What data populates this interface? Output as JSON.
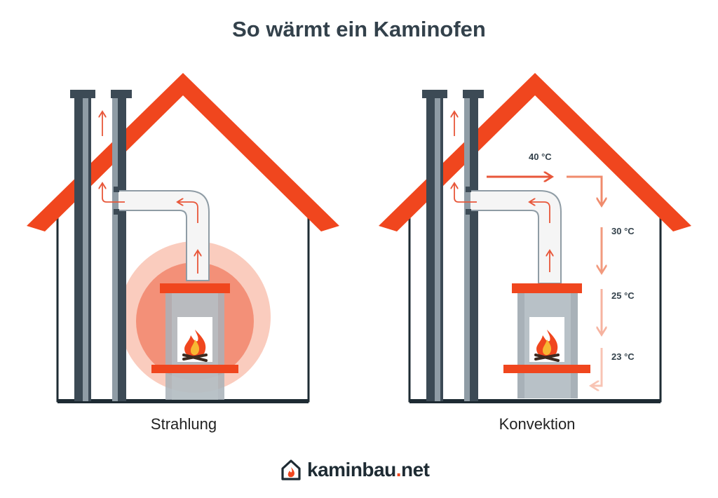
{
  "title": "So wärmt ein Kaminofen",
  "panels": {
    "left": {
      "caption": "Strahlung"
    },
    "right": {
      "caption": "Konvektion",
      "temperatures": [
        "40 °C",
        "30 °C",
        "25 °C",
        "23 °C"
      ]
    }
  },
  "logo": {
    "name": "kaminbau",
    "dot": ".",
    "tld": "net"
  },
  "colors": {
    "roof": "#f0461e",
    "chimney_dark": "#3c4a55",
    "chimney_light": "#8f9ca5",
    "stove_body": "#a8b1b8",
    "arrow": "#e8573a",
    "radiation_outer": "#f9c6b7",
    "radiation_inner": "#f28a70",
    "text_dark": "#33414b"
  }
}
